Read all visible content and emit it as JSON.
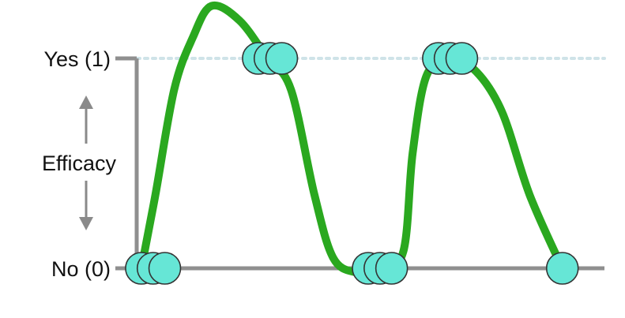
{
  "chart_data": {
    "type": "scatter",
    "title": "",
    "xlabel": "",
    "ylabel": "Efficacy",
    "y_ticks": [
      {
        "value": 1,
        "label": "Yes (1)"
      },
      {
        "value": 0,
        "label": "No (0)"
      }
    ],
    "ylim": [
      0,
      1
    ],
    "xlim": [
      0,
      100
    ],
    "grid": false,
    "reference_line": {
      "y": 1,
      "style": "dotted"
    },
    "points": [
      {
        "x": 1,
        "y": 0
      },
      {
        "x": 3.5,
        "y": 0
      },
      {
        "x": 6,
        "y": 0
      },
      {
        "x": 26,
        "y": 1
      },
      {
        "x": 28.5,
        "y": 1
      },
      {
        "x": 31,
        "y": 1
      },
      {
        "x": 49.5,
        "y": 0
      },
      {
        "x": 52,
        "y": 0
      },
      {
        "x": 54.5,
        "y": 0
      },
      {
        "x": 64.5,
        "y": 1
      },
      {
        "x": 67,
        "y": 1
      },
      {
        "x": 69.5,
        "y": 1
      },
      {
        "x": 91,
        "y": 0
      }
    ],
    "fit_curve": [
      [
        1,
        0
      ],
      [
        4,
        0.35
      ],
      [
        8,
        0.85
      ],
      [
        12,
        1.1
      ],
      [
        16,
        1.25
      ],
      [
        22,
        1.18
      ],
      [
        28,
        1.0
      ],
      [
        33,
        0.85
      ],
      [
        38,
        0.35
      ],
      [
        42,
        0.05
      ],
      [
        47,
        -0.02
      ],
      [
        52,
        -0.01
      ],
      [
        57,
        0.08
      ],
      [
        59,
        0.55
      ],
      [
        62,
        0.92
      ],
      [
        67,
        0.98
      ],
      [
        72,
        0.95
      ],
      [
        78,
        0.75
      ],
      [
        84,
        0.35
      ],
      [
        91,
        0
      ]
    ]
  },
  "colors": {
    "axis": "#8f8f8f",
    "dotted_line": "#cfe3e8",
    "curve": "#2aa81f",
    "point_fill": "#66e6d6",
    "point_stroke": "#333333",
    "arrow": "#8a8a8a",
    "text": "#111111"
  }
}
